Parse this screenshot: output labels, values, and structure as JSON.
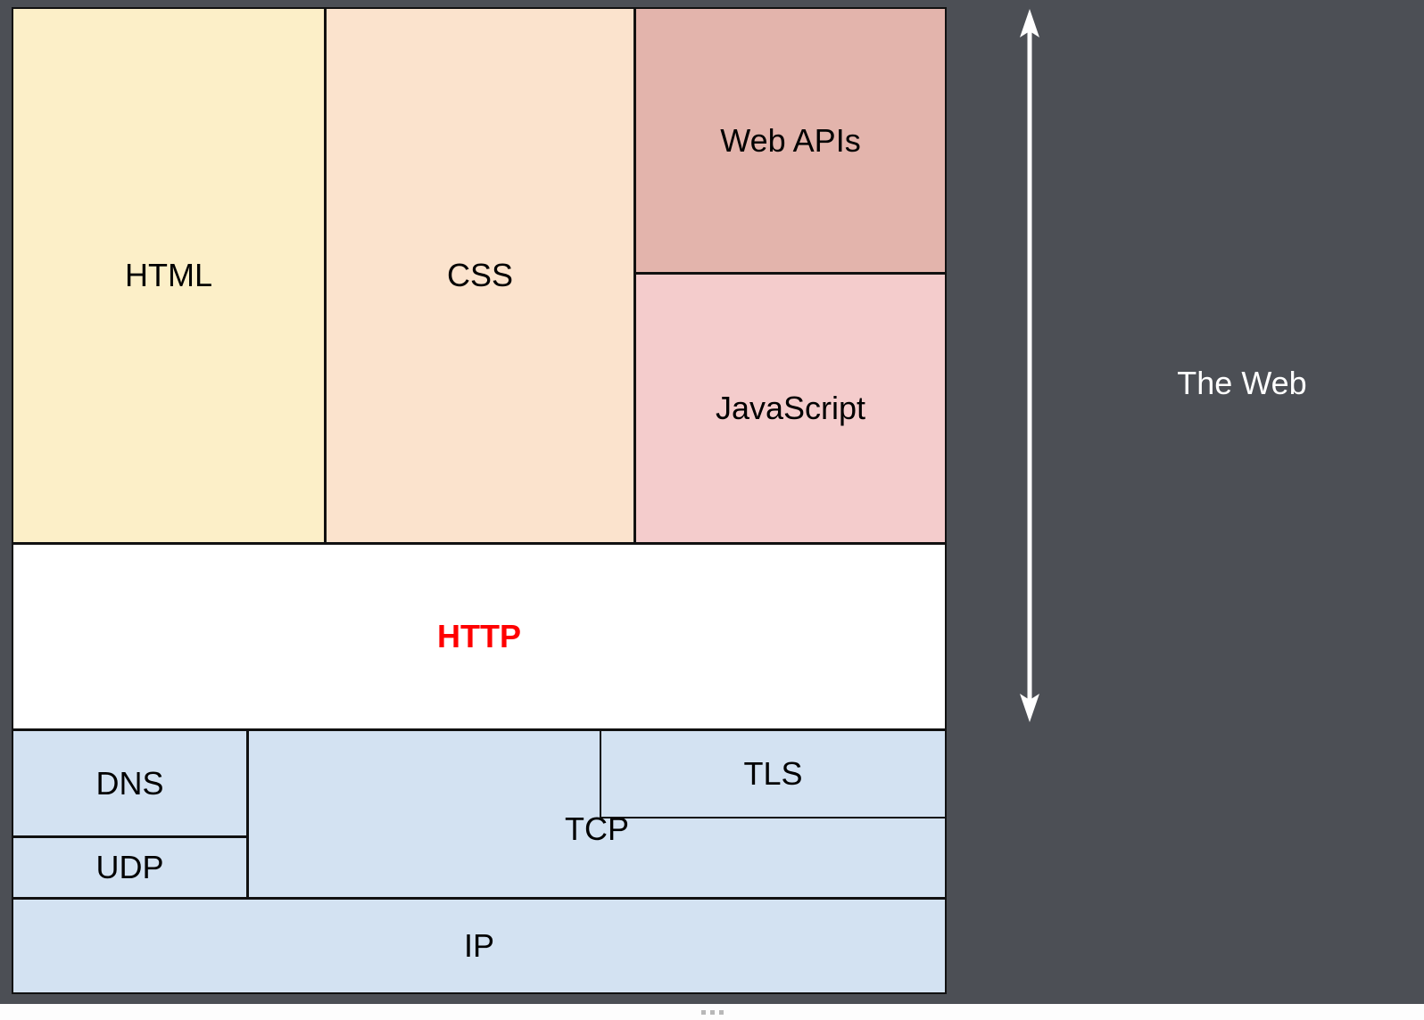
{
  "diagram": {
    "title_label": "The Web",
    "scope_arrow_icon": "double-headed-vertical-arrow-icon",
    "layers": {
      "presentation": [
        {
          "id": "html",
          "label": "HTML",
          "color": "#FCEFC8"
        },
        {
          "id": "css",
          "label": "CSS",
          "color": "#FBE3CD"
        },
        {
          "id": "web_apis",
          "label": "Web APIs",
          "color": "#E3B4AC"
        },
        {
          "id": "javascript",
          "label": "JavaScript",
          "color": "#F4CCCC"
        }
      ],
      "protocol": [
        {
          "id": "http",
          "label": "HTTP",
          "color": "#FFFFFF",
          "text_color": "#FF0000",
          "emphasis": "bold"
        }
      ],
      "network": [
        {
          "id": "dns",
          "label": "DNS",
          "color": "#D3E2F2"
        },
        {
          "id": "udp",
          "label": "UDP",
          "color": "#D3E2F2"
        },
        {
          "id": "tcp",
          "label": "TCP",
          "color": "#D3E2F2"
        },
        {
          "id": "tls",
          "label": "TLS",
          "color": "#D3E2F2"
        },
        {
          "id": "ip",
          "label": "IP",
          "color": "#D3E2F2"
        }
      ]
    },
    "background_color": "#4C4F55",
    "stroke_color": "#111111"
  },
  "bottom_bar": {
    "drag_handle_icon": "drag-handle-dots-icon"
  }
}
